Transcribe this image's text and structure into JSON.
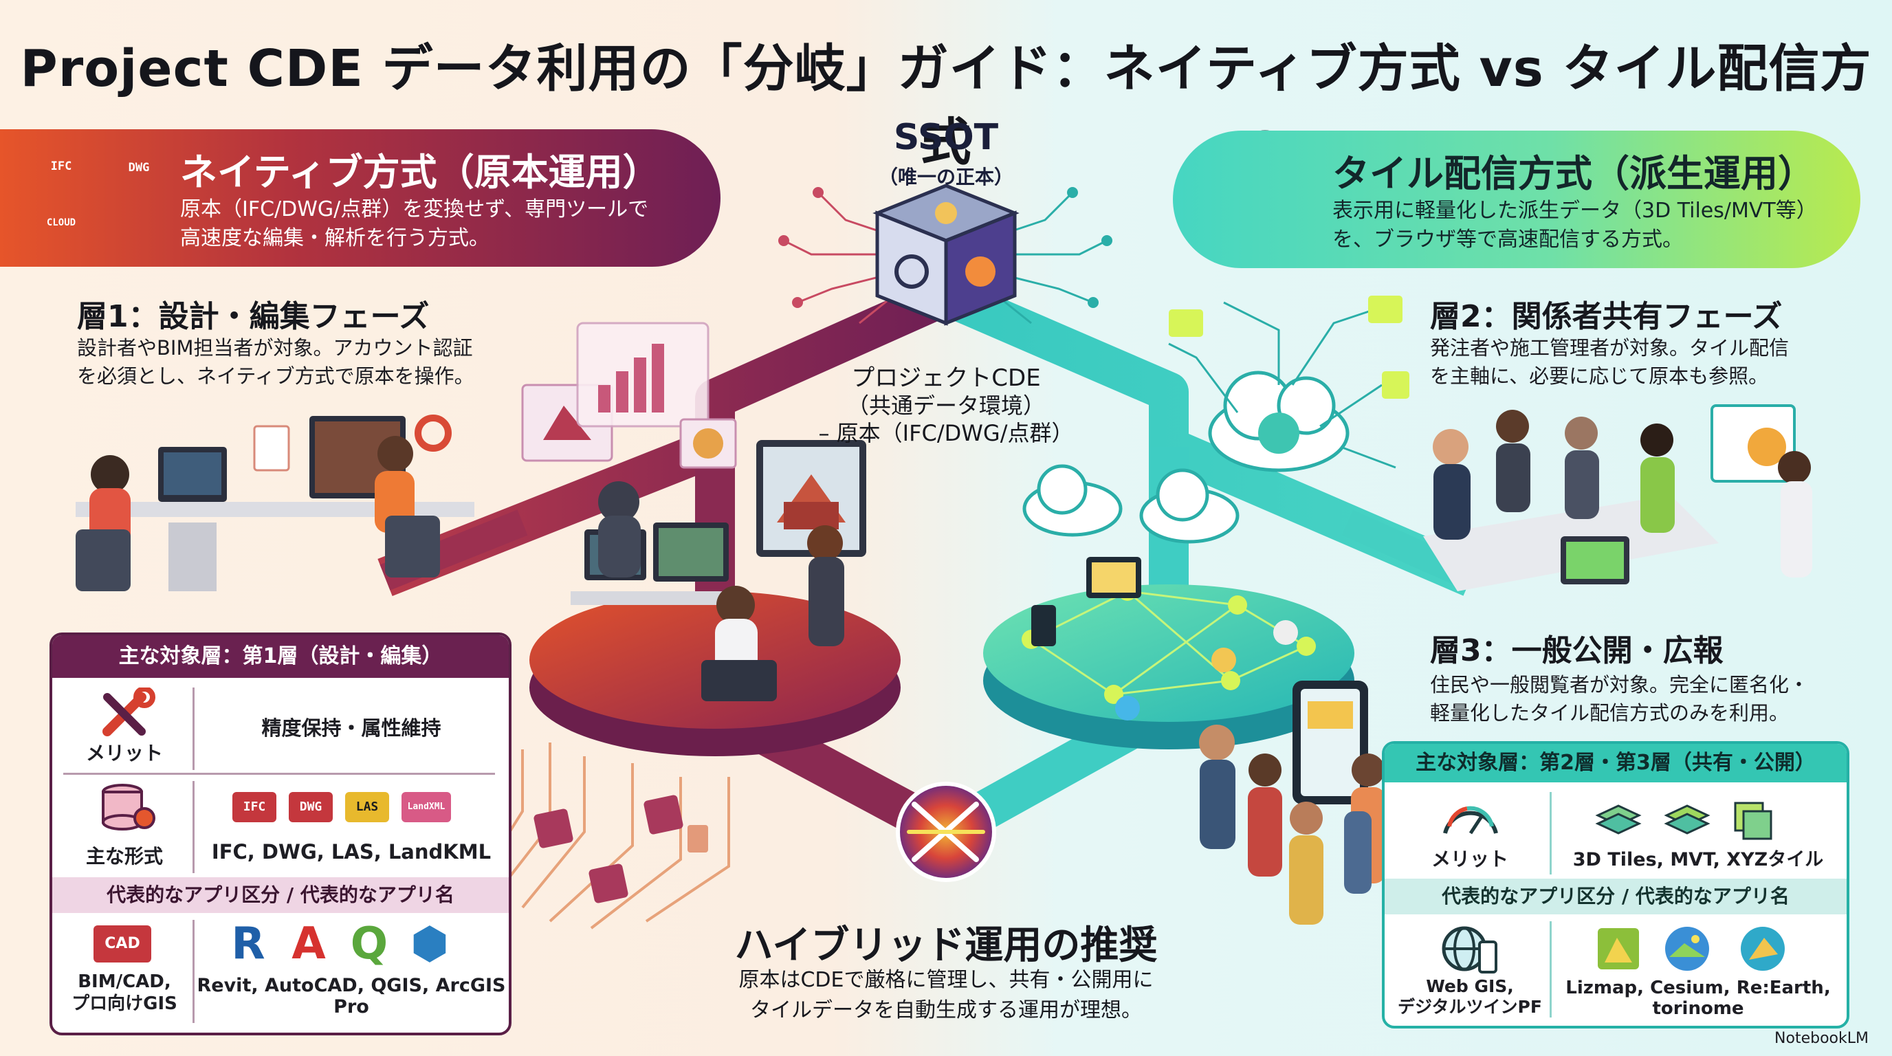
{
  "title": "Project CDE データ利用の「分岐」ガイド：ネイティブ方式 vs タイル配信方式",
  "native": {
    "title": "ネイティブ方式（原本運用）",
    "desc_line1": "原本（IFC/DWG/点群）を変換せず、専門ツールで",
    "desc_line2": "高速度な編集・解析を行う方式。",
    "icon_badges": [
      "IFC",
      "DWG",
      "CLOUD"
    ]
  },
  "tile": {
    "title": "タイル配信方式（派生運用）",
    "desc_line1": "表示用に軽量化した派生データ（3D Tiles/MVT等）",
    "desc_line2": "を、ブラウザ等で高速配信する方式。"
  },
  "center": {
    "ssot": "SSOT",
    "ssot_sub": "（唯一の正本）",
    "cde_line1": "プロジェクトCDE",
    "cde_line2": "（共通データ環境）",
    "cde_line3": "– 原本（IFC/DWG/点群）",
    "hybrid_title": "ハイブリッド運用の推奨",
    "hybrid_line1": "原本はCDEで厳格に管理し、共有・公開用に",
    "hybrid_line2": "タイルデータを自動生成する運用が理想。"
  },
  "layer1": {
    "title": "層1：設計・編集フェーズ",
    "line1": "設計者やBIM担当者が対象。アカウント認証",
    "line2": "を必須とし、ネイティブ方式で原本を操作。"
  },
  "layer2": {
    "title": "層2：関係者共有フェーズ",
    "line1": "発注者や施工管理者が対象。タイル配信",
    "line2": "を主軸に、必要に応じて原本も参照。"
  },
  "layer3": {
    "title": "層3：一般公開・広報",
    "line1": "住民や一般閲覧者が対象。完全に匿名化・",
    "line2": "軽量化したタイル配信方式のみを利用。"
  },
  "card_left": {
    "header": "主な対象層：第1層（設計・編集）",
    "merit_label": "メリット",
    "merit_value": "精度保持・属性維持",
    "format_label": "主な形式",
    "format_badges": [
      "IFC",
      "DWG",
      "LAS",
      "LandXML"
    ],
    "format_value": "IFC, DWG, LAS, LandKML",
    "apps_header": "代表的なアプリ区分 / 代表的なアプリ名",
    "apps_category_line1": "BIM/CAD,",
    "apps_category_line2": "プロ向けGIS",
    "apps_category_icon": "CAD",
    "app_glyphs": [
      "R",
      "A",
      "Q",
      "⬢"
    ],
    "apps_value": "Revit, AutoCAD, QGIS, ArcGIS Pro"
  },
  "card_right": {
    "header": "主な対象層：第2層・第3層（共有・公開）",
    "merit_label": "メリット",
    "merit_value": "3D Tiles, MVT, XYZタイル",
    "apps_header": "代表的なアプリ区分 / 代表的なアプリ名",
    "apps_category_line1": "Web GIS,",
    "apps_category_line2": "デジタルツインPF",
    "apps_value_line1": "Lizmap, Cesium, Re:Earth,",
    "apps_value_line2": "torinome"
  },
  "brand": "NotebookLM",
  "colors": {
    "native_accent": "#6a2150",
    "native_warm": "#e6552a",
    "tile_accent": "#34c6b3",
    "tile_lime": "#b9ea4e"
  }
}
